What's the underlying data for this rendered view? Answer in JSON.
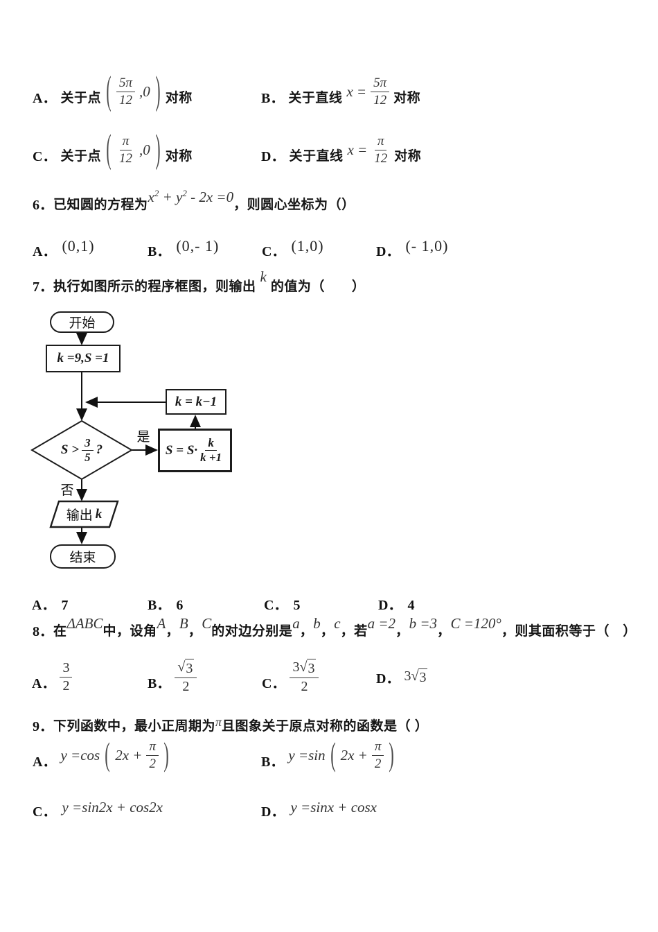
{
  "q5": {
    "optA": {
      "label": "A．",
      "pre": "关于点",
      "lparen": "(",
      "num": "5π",
      "den": "12",
      "comma": ",0",
      "rparen": ")",
      "post": "对称"
    },
    "optB": {
      "label": "B．",
      "pre": "关于直线",
      "lhs": "x =",
      "num": "5π",
      "den": "12",
      "post": "对称"
    },
    "optC": {
      "label": "C．",
      "pre": "关于点",
      "lparen": "(",
      "num": "π",
      "den": "12",
      "comma": ",0",
      "rparen": ")",
      "post": "对称"
    },
    "optD": {
      "label": "D．",
      "pre": "关于直线",
      "lhs": "x =",
      "num": "π",
      "den": "12",
      "post": "对称"
    }
  },
  "q6": {
    "number": "6．",
    "stem_pre": "已知圆的方程为",
    "eq": {
      "v1": "x",
      "e1": "2",
      "op": " + ",
      "v2": "y",
      "e2": "2",
      "rest": " - 2x =0"
    },
    "stem_post": "，则圆心坐标为（）",
    "options": [
      {
        "label": "A．",
        "value": "(0,1)"
      },
      {
        "label": "B．",
        "value": "(0,- 1)"
      },
      {
        "label": "C．",
        "value": "(1,0)"
      },
      {
        "label": "D．",
        "value": "(- 1,0)"
      }
    ]
  },
  "q7": {
    "number": "7．",
    "stem_pre": "执行如图所示的程序框图，则输出",
    "var": "k",
    "stem_post": "的值为（　　）",
    "options": [
      {
        "label": "A．",
        "value": "7"
      },
      {
        "label": "B．",
        "value": "6"
      },
      {
        "label": "C．",
        "value": "5"
      },
      {
        "label": "D．",
        "value": "4"
      }
    ]
  },
  "flowchart": {
    "start": "开始",
    "init": "k =9,S =1",
    "loop": "k = k−1",
    "cond_lhs": "S >",
    "cond_num": "3",
    "cond_den": "5",
    "cond_q": "?",
    "yes": "是",
    "no": "否",
    "calc_lhs": "S = S·",
    "calc_num": "k",
    "calc_den": "k +1",
    "out_cjk": "输出",
    "out_var": "k",
    "end": "结束"
  },
  "q8": {
    "number": "8．",
    "c1": "在",
    "m1": "ΔABC",
    "c2": "中，设角",
    "m2": "A",
    "c3": "，",
    "m3": "B",
    "c4": "，",
    "m4": "C",
    "c5": "的对边分别是",
    "m5": "a",
    "c6": "，",
    "m6": "b",
    "c7": "，",
    "m7": "c",
    "c8": "，若",
    "m8": "a =2",
    "c9": "，",
    "m9": "b =3",
    "c10": "，",
    "m10": "C =120°",
    "c11": "，则其面积等于（　）",
    "optA": {
      "label": "A．",
      "num": "3",
      "den": "2"
    },
    "optB": {
      "label": "B．",
      "sign": "√",
      "rad": "3",
      "den": "2"
    },
    "optC": {
      "label": "C．",
      "coef": "3",
      "sign": "√",
      "rad": "3",
      "den": "2"
    },
    "optD": {
      "label": "D．",
      "coef": "3",
      "sign": "√",
      "rad": "3"
    }
  },
  "q9": {
    "number": "9．",
    "stem_pre": "下列函数中，最小正周期为",
    "pi": "π",
    "stem_post": "且图象关于原点对称的函数是（ ）",
    "optA": {
      "label": "A．",
      "lhs": "y =cos",
      "lparen": "(",
      "inner": "2x +",
      "num": "π",
      "den": "2",
      "rparen": ")"
    },
    "optB": {
      "label": "B．",
      "lhs": "y =sin",
      "lparen": "(",
      "inner": "2x +",
      "num": "π",
      "den": "2",
      "rparen": ")"
    },
    "optC": {
      "label": "C．",
      "expr": "y =sin2x + cos2x"
    },
    "optD": {
      "label": "D．",
      "expr": "y =sinx + cosx"
    }
  }
}
